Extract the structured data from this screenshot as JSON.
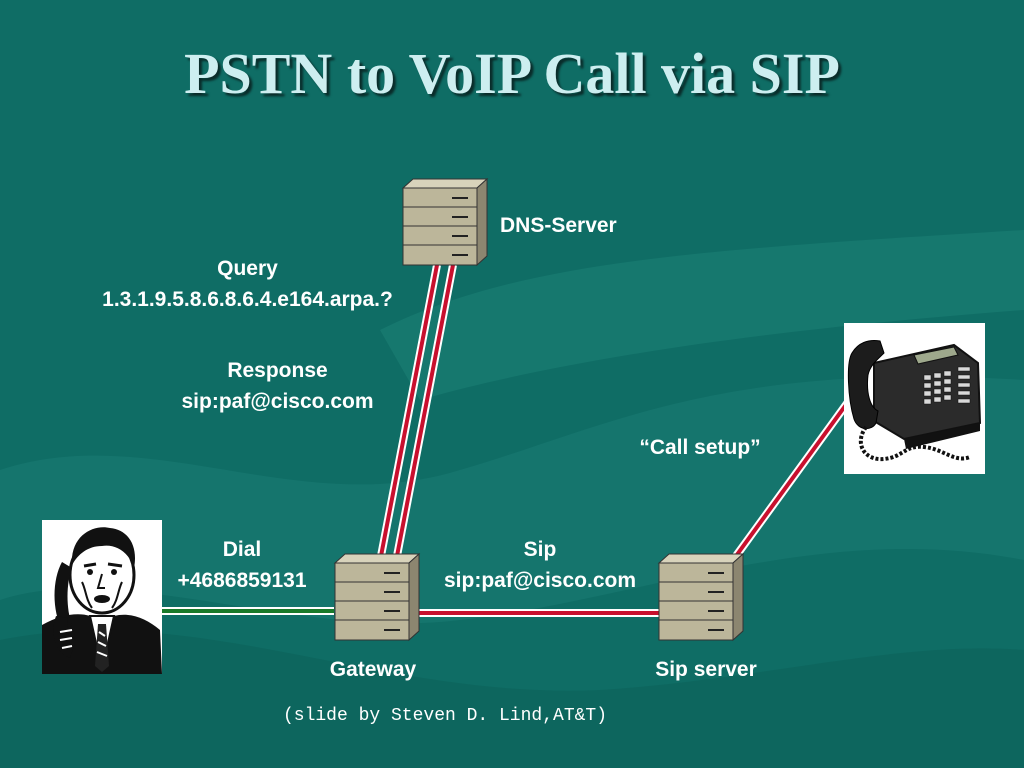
{
  "title": "PSTN to VoIP Call via SIP",
  "labels": {
    "dns_server": "DNS-Server",
    "query_line1": "Query",
    "query_line2": "1.3.1.9.5.8.6.8.6.4.e164.arpa.?",
    "response_line1": "Response",
    "response_line2": "sip:paf@cisco.com",
    "call_setup": "“Call setup”",
    "dial_line1": "Dial",
    "dial_line2": "+4686859131",
    "sip_line1": "Sip",
    "sip_line2": "sip:paf@cisco.com",
    "gateway": "Gateway",
    "sip_server": "Sip server"
  },
  "credit": "(slide by Steven D. Lind,AT&T)",
  "colors": {
    "background": "#0f6d65",
    "link_red": "#c8102e",
    "link_green": "#1a7a2a",
    "server_face": "#bcb69a"
  },
  "icons": {
    "caller": "man-on-phone-icon",
    "phone": "desk-phone-icon",
    "server": "server-rack-icon"
  }
}
